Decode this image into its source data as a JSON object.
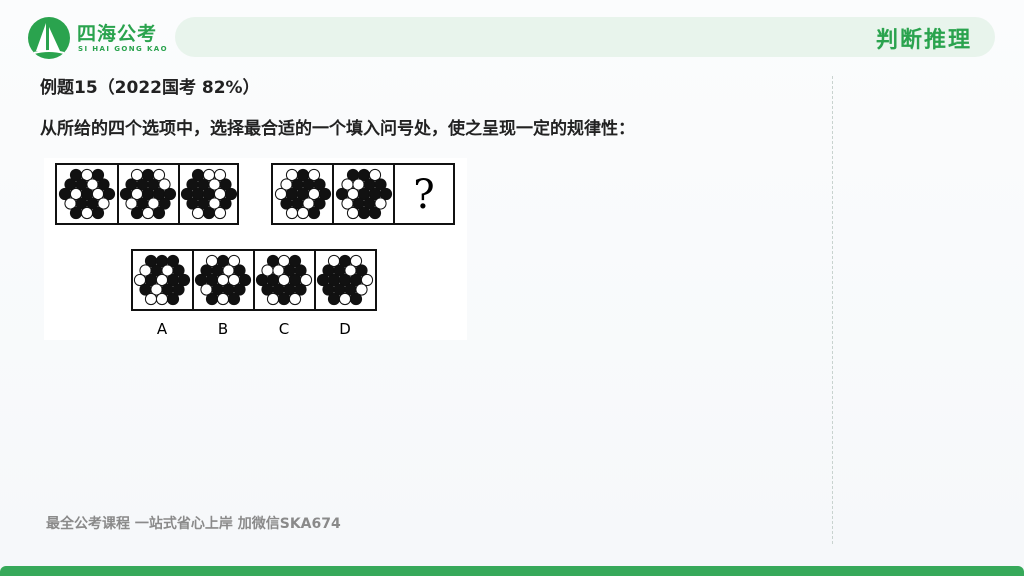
{
  "header": {
    "logo_cn": "四海公考",
    "logo_en": "SI HAI GONG KAO",
    "section_title": "判断推理"
  },
  "question": {
    "title": "例题15（2022国考  82%）",
    "text": "从所给的四个选项中，选择最合适的一个填入问号处，使之呈现一定的规律性："
  },
  "puzzle": {
    "question_mark": "?",
    "option_labels": [
      "A",
      "B",
      "C",
      "D"
    ]
  },
  "footer": {
    "note": "最全公考课程 一站式省心上岸 加微信SKA674"
  },
  "colors": {
    "brand_green": "#2aa34e",
    "header_bg": "#e8f4ec",
    "bottom_bar": "#37a95a"
  }
}
